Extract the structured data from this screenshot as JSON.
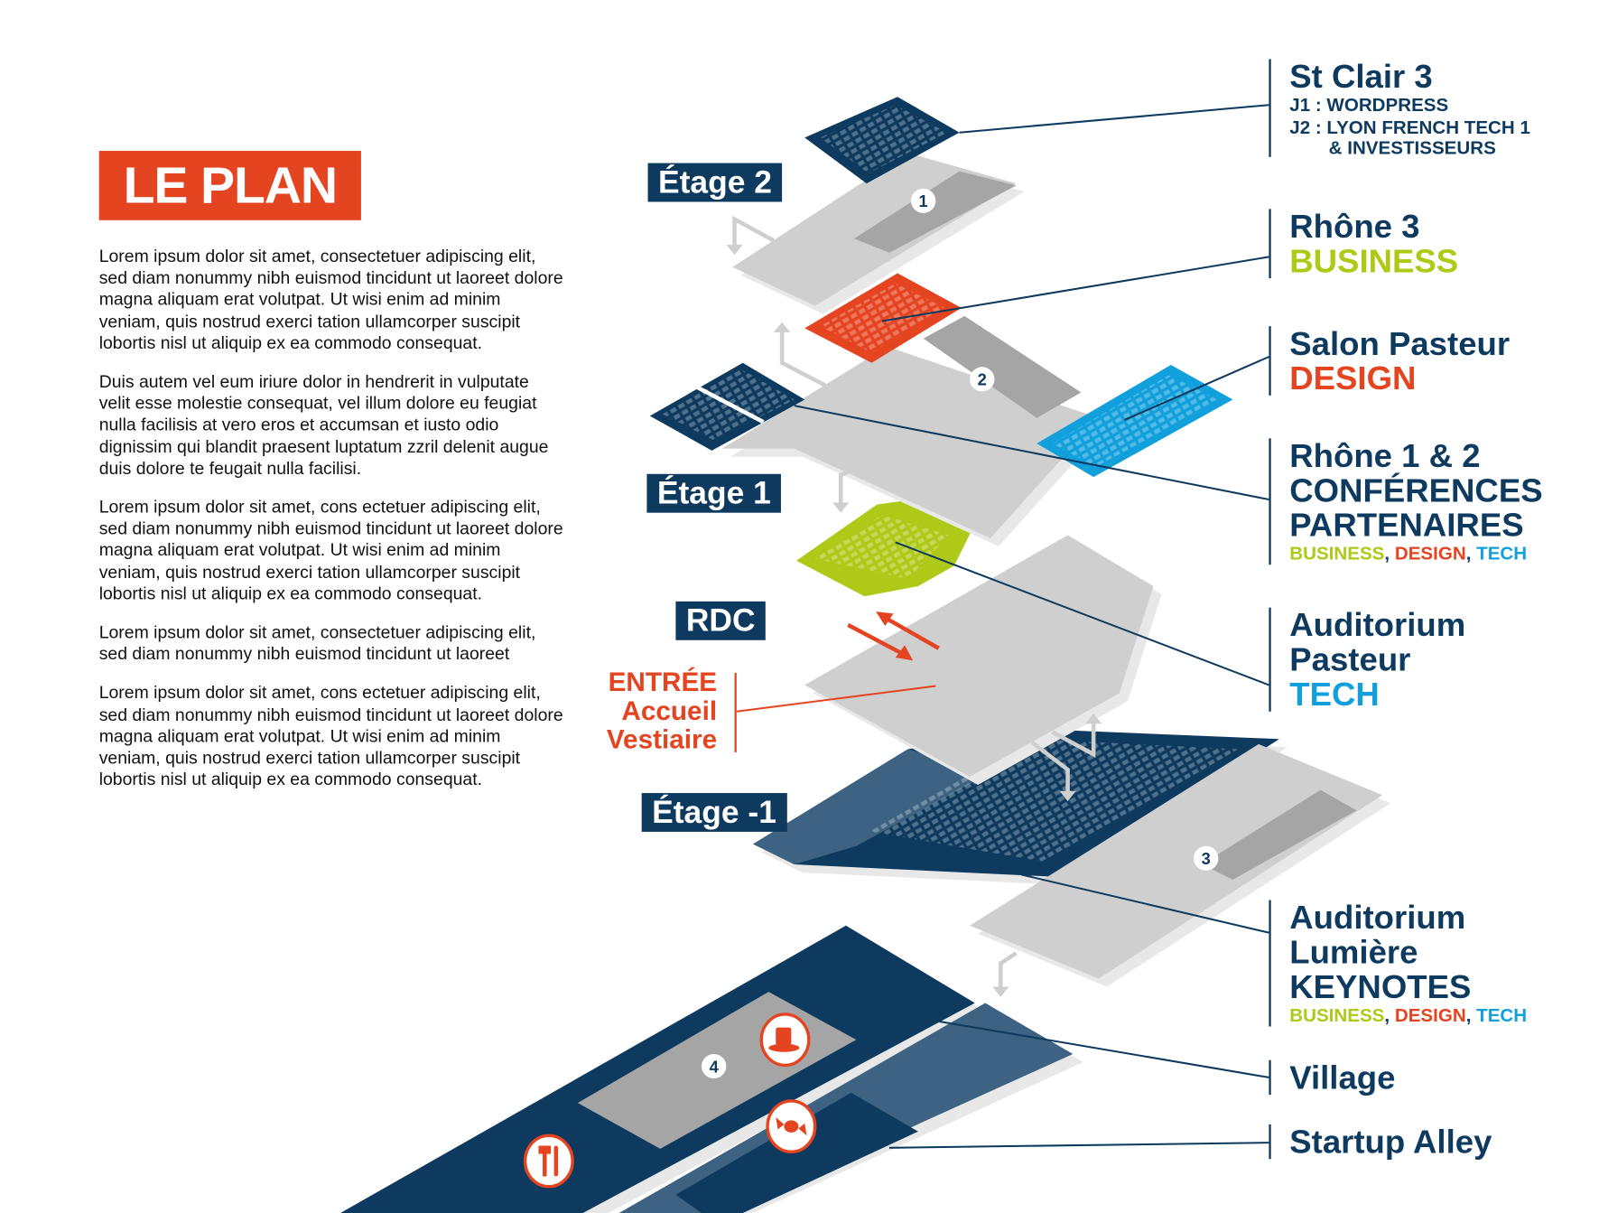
{
  "title": "LE PLAN",
  "paragraphs": [
    "Lorem ipsum dolor sit amet, consectetuer adipiscing elit, sed diam nonummy nibh euismod tincidunt ut laoreet dolore magna aliquam erat volutpat. Ut wisi enim ad minim veniam, quis nostrud exerci tation ullamcorper suscipit lobortis nisl ut aliquip ex ea commodo consequat.",
    "Duis autem vel eum iriure dolor in hendrerit in vulputate velit esse molestie consequat, vel illum dolore eu feugiat nulla facilisis at vero eros et accumsan et iusto odio dignissim qui blandit praesent luptatum zzril delenit augue duis dolore te feugait nulla facilisi.",
    "Lorem ipsum dolor sit amet, cons ectetuer adipiscing elit, sed diam nonummy nibh euismod tincidunt ut laoreet dolore magna aliquam erat volutpat. Ut wisi enim ad minim veniam, quis nostrud exerci tation ullamcorper suscipit lobortis nisl ut aliquip ex ea commodo consequat.",
    "Lorem ipsum dolor sit amet, consectetuer adipiscing elit, sed diam nonummy nibh euismod tincidunt ut laoreet",
    "Lorem ipsum dolor sit amet, cons ectetuer adipiscing elit, sed diam nonummy nibh euismod tincidunt ut laoreet dolore magna aliquam erat volutpat. Ut wisi enim ad minim veniam, quis nostrud exerci tation ullamcorper suscipit lobortis nisl ut aliquip ex ea commodo consequat."
  ],
  "floors": {
    "etage2": "Étage 2",
    "etage1": "Étage 1",
    "rdc": "RDC",
    "etage_m1": "Étage -1"
  },
  "entrance": {
    "line1": "ENTRÉE",
    "line2": "Accueil",
    "line3": "Vestiaire"
  },
  "markers": [
    "1",
    "2",
    "3",
    "4"
  ],
  "icons": [
    "coffee-cup-icon",
    "candy-icon",
    "fork-knife-icon"
  ],
  "rooms": {
    "st_clair": {
      "name": "St Clair 3",
      "j1": "J1 : WORDPRESS",
      "j2a": "J2 : LYON FRENCH TECH 1",
      "j2b": "& INVESTISSEURS"
    },
    "rhone3": {
      "name": "Rhône 3",
      "track": "BUSINESS"
    },
    "salon_pasteur": {
      "name": "Salon Pasteur",
      "track": "DESIGN"
    },
    "rhone12": {
      "name": "Rhône 1 & 2",
      "l2": "CONFÉRENCES",
      "l3": "PARTENAIRES",
      "t1": "BUSINESS",
      "t2": "DESIGN",
      "t3": "TECH",
      "sep": ", "
    },
    "aud_pasteur": {
      "name1": "Auditorium",
      "name2": "Pasteur",
      "track": "TECH"
    },
    "aud_lumiere": {
      "name1": "Auditorium",
      "name2": "Lumière",
      "l3": "KEYNOTES",
      "t1": "BUSINESS",
      "t2": "DESIGN",
      "t3": "TECH",
      "sep": ", "
    },
    "village": {
      "name": "Village"
    },
    "startup_alley": {
      "name": "Startup Alley"
    }
  },
  "colors": {
    "navy": "#0d3a5e",
    "orange": "#e54421",
    "green": "#aec917",
    "blue": "#12a0dc",
    "gray": "#cfcfcf",
    "dark_gray": "#a5a5a5"
  }
}
